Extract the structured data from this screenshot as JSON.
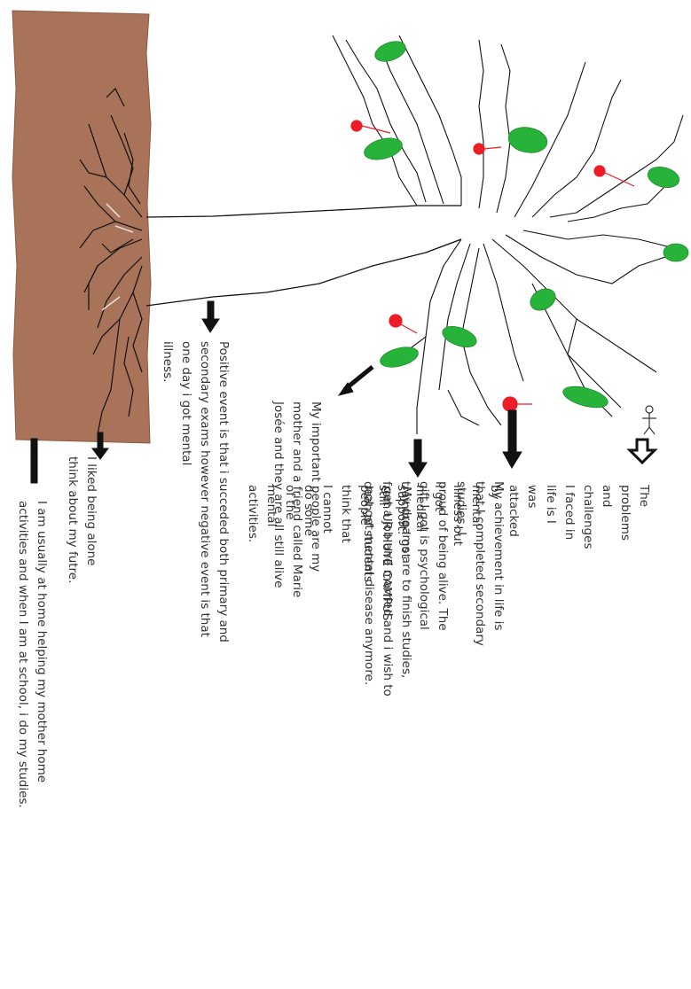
{
  "colors": {
    "trunk": "#a9735a",
    "ink": "#111111",
    "leaf": "#27b33a",
    "fruit": "#ee1c24",
    "text": "#333333"
  },
  "notes": {
    "problems": "The problems and challenges I faced in life is I was attacked by\nmental illness but i got medical support. still people think that\nI cannot do some of the mental activities.",
    "achievement": "My achievement in life is that I completed secondary studies, I\nproud of being alive. The gift I got is psychological training I got\nfrom UR HUYE CAMPUS dean of students",
    "dreams": "My dreams are to finish studies,\nget a job and married and i wish to\nnot get mental disease anymore.",
    "people": "My important people are my\nmother and a friend called Marie\nJosée and they are all still alive",
    "events": "Positive event is that i succeded both primary and\nsecondary exams however negative event is that\n           one day i got mental\n                  illness.",
    "alone": "I liked being alone\n think about my futre.",
    "home": "I am usually at home helping my mother home\nactivities and when I am at school, i do my studies."
  }
}
